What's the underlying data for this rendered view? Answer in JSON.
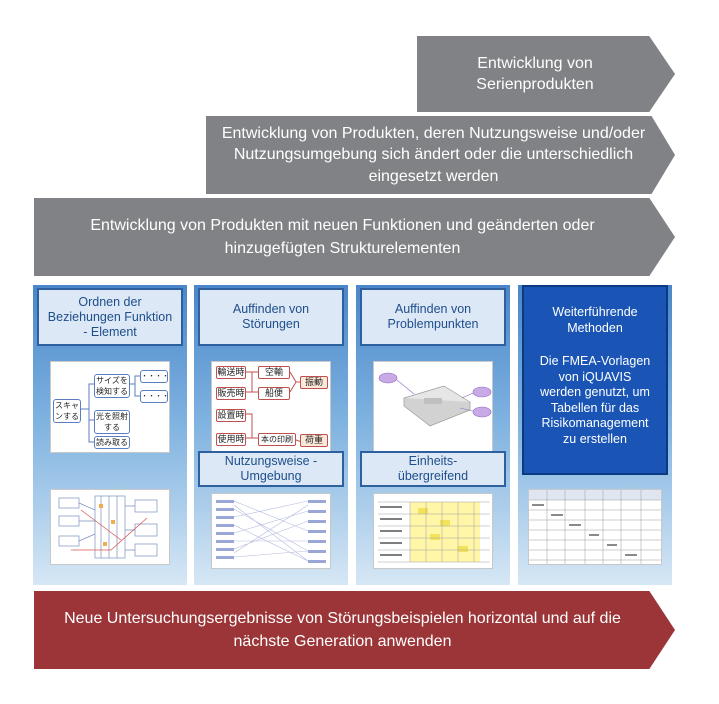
{
  "arrows": {
    "top": "Entwicklung von Serienprodukten",
    "middle": "Entwicklung von Produkten, deren Nutzungsweise und/oder Nutzungsumgebung sich ändert oder die unterschiedlich eingesetzt werden",
    "bottom": "Entwicklung von Produkten mit neuen Funktionen und geänderten oder hinzugefügten Strukturelementen",
    "footer": "Neue Untersuchungsergebnisse von Störungsbeispielen horizontal und auf die nächste Generation anwenden"
  },
  "columns": [
    {
      "title": "Ordnen der Beziehungen Funktion - Element"
    },
    {
      "title": "Auffinden von Störungen",
      "subtitle": "Nutzungsweise - Umgebung"
    },
    {
      "title": "Auffinden von Problempunkten",
      "subtitle": "Einheits-übergreifend"
    },
    {
      "title": "Weiterführende Methoden",
      "text": "Die FMEA-Vorlagen von iQUAVIS werden genutzt, um Tabellen für das Risikomanagement zu erstellen"
    }
  ],
  "thumbs": {
    "function_tree": {
      "scan": "スキャンする",
      "size": "サイズを検知する",
      "light": "光を照射する",
      "read": "読み取る",
      "dots": "・・・・"
    },
    "fault_map": {
      "items": [
        "輸送時",
        "販売時",
        "設置時",
        "使用時"
      ],
      "mid": [
        "空輸",
        "船便",
        "本の印刷"
      ],
      "right": [
        "振動",
        "荷重"
      ]
    }
  },
  "colors": {
    "gray_arrow": "#808285",
    "red_arrow": "#9b3538",
    "blue_box": "#1a55b5",
    "header_border": "#2e5f9e"
  }
}
